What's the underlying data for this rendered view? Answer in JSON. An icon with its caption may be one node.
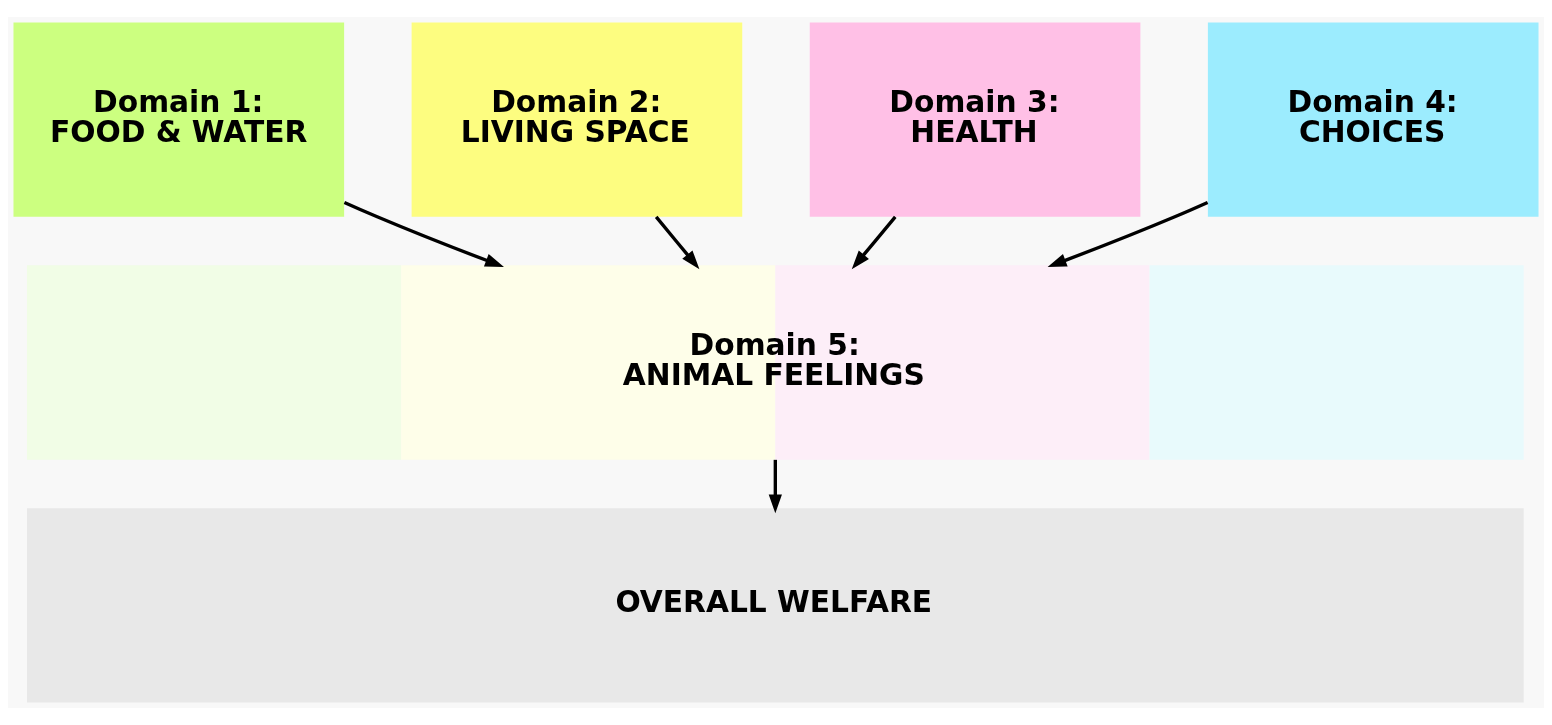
{
  "diagram": {
    "nodes": [
      {
        "text": [
          "Domain 1:",
          "FOOD & WATER"
        ]
      },
      {
        "text": [
          "Domain 2:",
          "LIVING SPACE"
        ]
      },
      {
        "text": [
          "Domain 3:",
          "HEALTH"
        ]
      },
      {
        "text": [
          "Domain 4:",
          "CHOICES"
        ]
      },
      {
        "text": [
          "Domain 5:",
          "ANIMAL FEELINGS"
        ]
      },
      {
        "text": [
          "OVERALL WELFARE"
        ]
      }
    ],
    "edges": [
      {
        "from": 0,
        "to": 4,
        "arrow": "to"
      },
      {
        "from": 1,
        "to": 4,
        "arrow": "to"
      },
      {
        "from": 2,
        "to": 4,
        "arrow": "to"
      },
      {
        "from": 3,
        "to": 4,
        "arrow": "to"
      },
      {
        "from": 4,
        "to": 5,
        "arrow": "to"
      }
    ]
  }
}
